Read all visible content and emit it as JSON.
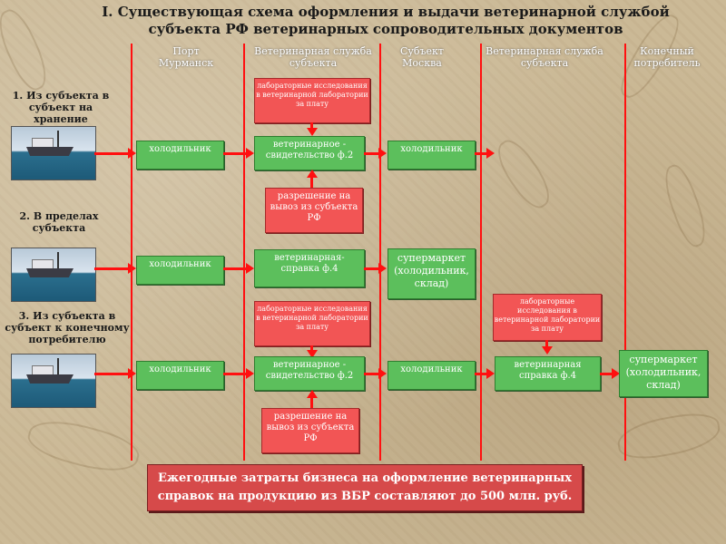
{
  "title": "I. Существующая схема оформления и выдачи ветеринарной службой субъекта РФ ветеринарных сопроводительных документов",
  "columns": {
    "port": "Порт Мурманск",
    "vet1": "Ветеринарная служба субъекта",
    "moscow": "Субъект Москва",
    "vet2": "Ветеринарная служба субъекта",
    "consumer": "Конечный потребитель"
  },
  "routes": {
    "r1": "1. Из субъекта в субъект на хранение",
    "r2": "2. В пределах субъекта",
    "r3": "3. Из субъекта в субъект к конечному потребителю"
  },
  "boxes": {
    "lab": "лабораторные исследования в ветеринарной лаборатории за плату",
    "fridge": "холодильник",
    "vet_cert": "ветеринарное - свидетельство ф.2",
    "permit": "разрешение на вывоз из субъекта РФ",
    "vet_ref": "ветеринарная- справка ф.4",
    "vet_ref2": "ветеринарная справка ф.4",
    "market": "супермаркет (холодильник, склад)"
  },
  "footer": "Ежегодные затраты бизнеса на оформление ветеринарных справок на продукцию из ВБР составляют до 500 млн. руб.",
  "colors": {
    "arrow": "#ff1010",
    "doc_green": "#5cbf5c",
    "lab_red": "#f25555",
    "note_red": "#d64a4a"
  }
}
